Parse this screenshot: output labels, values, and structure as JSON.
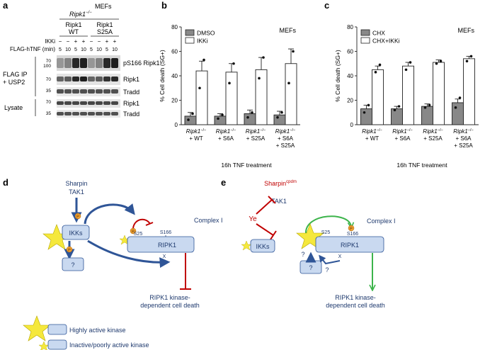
{
  "panels": {
    "a": {
      "letter": "a",
      "cells": "MEFs",
      "genotype_base": "Ripk1",
      "genotype_sup": "−/−",
      "group1_line1": "Ripk1",
      "group1_line2": "WT",
      "group2_line1": "Ripk1",
      "group2_line2": "S25A",
      "ikki_label": "IKKi",
      "ikki_marks": [
        "−",
        "−",
        "+",
        "+",
        "−",
        "−",
        "+",
        "+"
      ],
      "time_label": "FLAG-hTNF (min)",
      "time_marks": [
        "5",
        "10",
        "5",
        "10",
        "5",
        "10",
        "5",
        "10"
      ],
      "ip_label_line1": "FLAG IP",
      "ip_label_line2": "+ USP2",
      "lysate_label": "Lysate",
      "mw_markers": [
        "70",
        "100",
        "70",
        "35",
        "70",
        "35"
      ],
      "blots": [
        "pS166 Ripk1",
        "Ripk1",
        "Tradd",
        "Ripk1",
        "Tradd"
      ]
    },
    "b": {
      "letter": "b",
      "cells": "MEFs",
      "treatment": "16h TNF treatment"
    },
    "c": {
      "letter": "c",
      "cells": "MEFs",
      "treatment": "16h TNF treatment"
    },
    "d": {
      "letter": "d",
      "sharpin": "Sharpin",
      "tak1": "TAK1",
      "complex": "Complex I",
      "ikks": "IKKs",
      "ripk1": "RIPK1",
      "site1": "S25",
      "site2": "S166",
      "unknown": "?",
      "x_mark": "X",
      "phos": "P",
      "outcome_line1": "RIPK1 kinase-",
      "outcome_line2": "dependent cell death",
      "legend_active": "Highly active kinase",
      "legend_inactive": "Inactive/poorly active kinase"
    },
    "e": {
      "letter": "e",
      "sharpin": "Sharpin",
      "sharpin_sup": "cpdm",
      "tak1": "TAK1",
      "ye": "Ye",
      "complex": "Complex I",
      "ikks": "IKKs",
      "ripk1": "RIPK1",
      "site1": "S25",
      "site2": "S166",
      "unknown": "?",
      "x_mark": "X",
      "phos": "P",
      "outcome_line1": "RIPK1 kinase-",
      "outcome_line2": "dependent cell death"
    }
  },
  "colors": {
    "navy": "#1f3a6e",
    "arrow_blue": "#2f5597",
    "box_fill": "#c9d9f0",
    "red": "#c00000",
    "green": "#3cb44b",
    "star_yellow": "#f5e83c",
    "phospho_orange": "#f0a030",
    "bar_gray": "#888888"
  },
  "chart_data": [
    {
      "type": "bar",
      "panel": "b",
      "ylabel": "% Cell death (SG+)",
      "ylim": [
        0,
        80
      ],
      "yticks": [
        0,
        20,
        40,
        60,
        80
      ],
      "categories": [
        "Ripk1−/− + WT",
        "Ripk1−/− + S6A",
        "Ripk1−/− + S25A",
        "Ripk1−/− + S6A + S25A"
      ],
      "category_lines": [
        [
          "Ripk1−/−",
          "+ WT"
        ],
        [
          "Ripk1−/−",
          "+ S6A"
        ],
        [
          "Ripk1−/−",
          "+ S25A"
        ],
        [
          "Ripk1−/−",
          "+ S6A",
          "+ S25A"
        ]
      ],
      "series": [
        {
          "name": "DMSO",
          "values": [
            7,
            7,
            9,
            8
          ],
          "errors": [
            3,
            2,
            3,
            3
          ],
          "points": [
            [
              4,
              9
            ],
            [
              5,
              8
            ],
            [
              6,
              10
            ],
            [
              6,
              10
            ]
          ]
        },
        {
          "name": "IKKi",
          "values": [
            44,
            43,
            45,
            50
          ],
          "errors": [
            8,
            7,
            10,
            12
          ],
          "points": [
            [
              30,
              53
            ],
            [
              34,
              50
            ],
            [
              38,
              55
            ],
            [
              34,
              60
            ]
          ]
        }
      ],
      "legend": "top-left"
    },
    {
      "type": "bar",
      "panel": "c",
      "ylabel": "% Cell death (SG+)",
      "ylim": [
        0,
        80
      ],
      "yticks": [
        0,
        20,
        40,
        60,
        80
      ],
      "categories": [
        "Ripk1−/− + WT",
        "Ripk1−/− + S6A",
        "Ripk1−/− + S25A",
        "Ripk1−/− + S6A + S25A"
      ],
      "category_lines": [
        [
          "Ripk1−/−",
          "+ WT"
        ],
        [
          "Ripk1−/−",
          "+ S6A"
        ],
        [
          "Ripk1−/−",
          "+ S25A"
        ],
        [
          "Ripk1−/−",
          "+ S6A",
          "+ S25A"
        ]
      ],
      "series": [
        {
          "name": "CHX",
          "values": [
            13,
            13,
            15,
            18
          ],
          "errors": [
            3,
            2,
            2,
            3
          ],
          "points": [
            [
              10,
              16
            ],
            [
              12,
              15
            ],
            [
              14,
              16
            ],
            [
              14,
              22
            ]
          ]
        },
        {
          "name": "CHX+IKKi",
          "values": [
            45,
            48,
            51,
            54
          ],
          "errors": [
            3,
            3,
            2,
            2
          ],
          "points": [
            [
              43,
              49
            ],
            [
              45,
              51
            ],
            [
              50,
              52
            ],
            [
              52,
              56
            ]
          ]
        }
      ],
      "legend": "top-left"
    }
  ]
}
